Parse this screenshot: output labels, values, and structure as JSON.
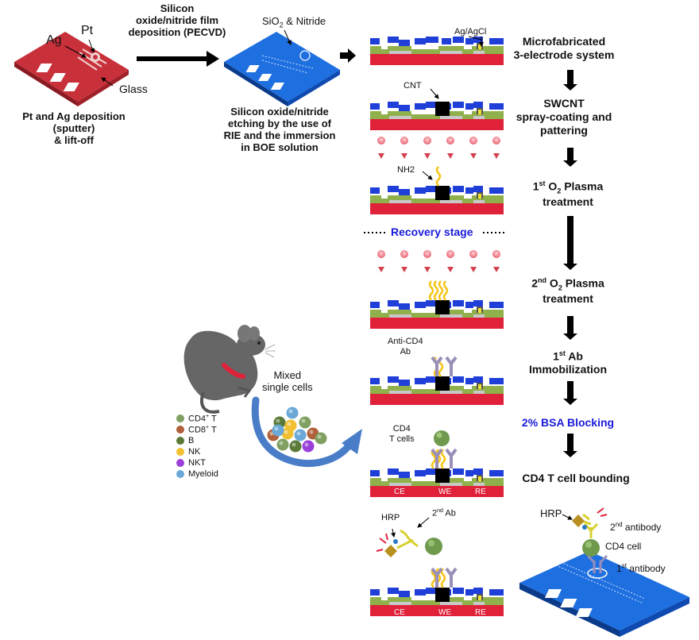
{
  "labels": {
    "ag": "Ag",
    "pt": "Pt",
    "glass": "Glass",
    "sio2_nitride_pre": "SiO",
    "sio2_sub": "2",
    "sio2_nitride_post": " & Nitride",
    "agagcl": "Ag/AgCl",
    "cnt": "CNT",
    "nh2": "NH2",
    "anti_cd4_line1": "Anti-CD4",
    "anti_cd4_line2": "Ab",
    "cd4_line1": "CD4",
    "cd4_line2": "T cells",
    "hrp_left": "HRP",
    "second_ab_left_pre": "2",
    "second_ab_left_sup": "nd",
    "second_ab_left_post": " Ab",
    "hrp_right": "HRP",
    "second_antibody_pre": "2",
    "second_antibody_sup": "nd",
    "second_antibody_post": " antibody",
    "cd4_cell": "CD4 cell",
    "first_antibody_pre": "1",
    "first_antibody_sup": "st",
    "first_antibody_post": " antibody",
    "mixed_cells_line1": "Mixed",
    "mixed_cells_line2": "single cells",
    "ce": "CE",
    "we": "WE",
    "re": "RE"
  },
  "process": {
    "deposition_line1": "Silicon",
    "deposition_line2": "oxide/nitride film",
    "deposition_line3": "deposition (PECVD)",
    "pt_ag_line1": "Pt and Ag deposition",
    "pt_ag_line2": "(sputter)",
    "pt_ag_line3": "& lift-off",
    "etch_line1": "Silicon oxide/nitride",
    "etch_line2": "etching by the use of",
    "etch_line3": "RIE and the immersion",
    "etch_line4": "in BOE solution",
    "recovery": "Recovery stage"
  },
  "steps": {
    "s1_line1": "Microfabricated",
    "s1_line2": "3-electrode system",
    "s2_line1": "SWCNT",
    "s2_line2": "spray-coating and",
    "s2_line3": "pattering",
    "s3_pre": "1",
    "s3_sup": "st",
    "s3_mid": " O",
    "s3_sub": "2",
    "s3_post": " Plasma",
    "s3_line2": "treatment",
    "s4_pre": "2",
    "s4_sup": "nd",
    "s4_mid": " O",
    "s4_sub": "2",
    "s4_post": " Plasma",
    "s4_line2": "treatment",
    "s5_pre": "1",
    "s5_sup": "st",
    "s5_post": " Ab",
    "s5_line2": "Immobilization",
    "s6": "2% BSA Blocking",
    "s7": "CD4 T cell bounding"
  },
  "legend": [
    {
      "label_pre": "CD4",
      "label_sup": "+",
      "label_post": " T",
      "color": "#7fa060"
    },
    {
      "label_pre": "CD8",
      "label_sup": "+",
      "label_post": " T",
      "color": "#b0603a"
    },
    {
      "label_pre": "B",
      "label_sup": "",
      "label_post": "",
      "color": "#5a7a38"
    },
    {
      "label_pre": "NK",
      "label_sup": "",
      "label_post": "",
      "color": "#f0c030"
    },
    {
      "label_pre": "NKT",
      "label_sup": "",
      "label_post": "",
      "color": "#9a40d8"
    },
    {
      "label_pre": "Myeloid",
      "label_sup": "",
      "label_post": "",
      "color": "#6aa8d8"
    }
  ],
  "colors": {
    "substrate": "#e0213a",
    "insulator": "#1f3fd8",
    "green_layer": "#8fb04a",
    "electrode": "#c8c8c8",
    "agagcl": "#f2e230",
    "cnt": "#000000",
    "nh2": "#f5c518",
    "antibody": "#9a8fb8",
    "cell": "#6f9a4e",
    "plasma": "#e85c6c",
    "chip_blue": "#1e6fe0",
    "chip_red": "#c8303a",
    "step_blue": "#1a1adb"
  }
}
